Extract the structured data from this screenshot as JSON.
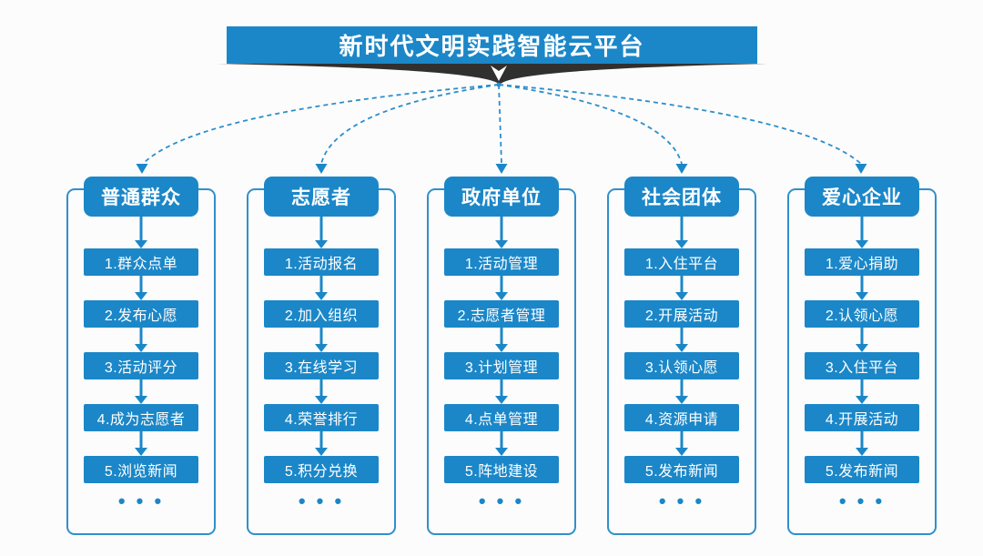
{
  "banner": {
    "title": "新时代文明实践智能云平台"
  },
  "colors": {
    "primary_blue": "#1b87c8",
    "border_blue": "#2f90cc",
    "dash_blue": "#2b8ecb",
    "ribbon_dark": "#303030",
    "background": "#fcfcfc",
    "text_white": "#ffffff"
  },
  "icons": {
    "banner_down_arrow": "down-triangle-arrow",
    "connector_style": "dashed-curved-arrows",
    "step_connector": "solid-down-arrow"
  },
  "columns": [
    {
      "title": "普通群众",
      "steps": [
        "1.群众点单",
        "2.发布心愿",
        "3.活动评分",
        "4.成为志愿者",
        "5.浏览新闻"
      ],
      "more": "• • •"
    },
    {
      "title": "志愿者",
      "steps": [
        "1.活动报名",
        "2.加入组织",
        "3.在线学习",
        "4.荣誉排行",
        "5.积分兑换"
      ],
      "more": "• • •"
    },
    {
      "title": "政府单位",
      "steps": [
        "1.活动管理",
        "2.志愿者管理",
        "3.计划管理",
        "4.点单管理",
        "5.阵地建设"
      ],
      "more": "• • •"
    },
    {
      "title": "社会团体",
      "steps": [
        "1.入住平台",
        "2.开展活动",
        "3.认领心愿",
        "4.资源申请",
        "5.发布新闻"
      ],
      "more": "• • •"
    },
    {
      "title": "爱心企业",
      "steps": [
        "1.爱心捐助",
        "2.认领心愿",
        "3.入住平台",
        "4.开展活动",
        "5.发布新闻"
      ],
      "more": "• • •"
    }
  ]
}
